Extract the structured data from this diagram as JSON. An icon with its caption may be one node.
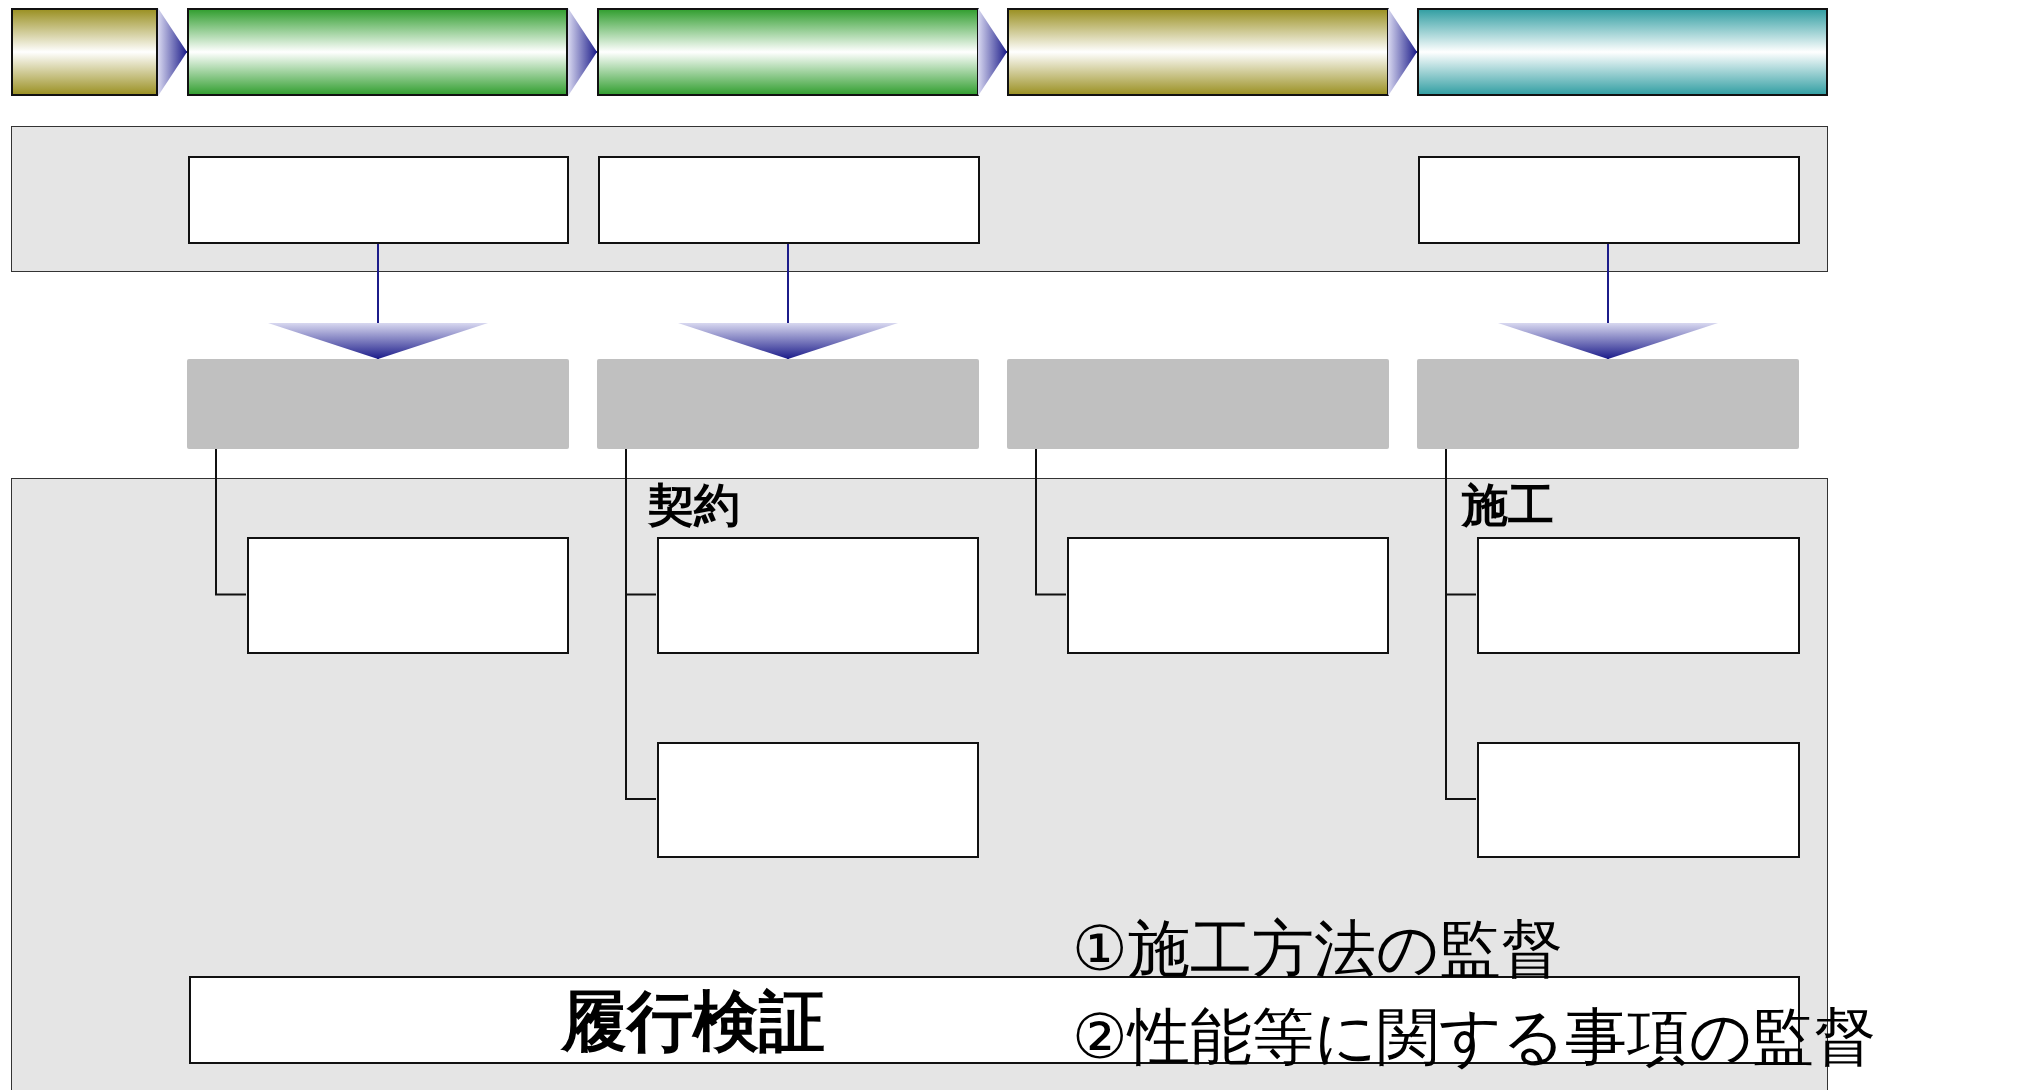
{
  "diagram": {
    "nodes": [
      {
        "text": [],
        "shape": "bar"
      },
      {
        "text": [],
        "shape": "bar"
      },
      {
        "text": [],
        "shape": "bar"
      },
      {
        "text": [],
        "shape": "bar"
      },
      {
        "text": [],
        "shape": "bar"
      },
      {
        "text": [],
        "shape": "box"
      },
      {
        "text": [],
        "shape": "box",
        "in": 5
      },
      {
        "text": [],
        "shape": "box",
        "in": 5
      },
      {
        "text": [],
        "shape": "box",
        "in": 5
      },
      {
        "text": [],
        "shape": "box"
      },
      {
        "text": [],
        "shape": "box"
      },
      {
        "text": [],
        "shape": "box"
      },
      {
        "text": [],
        "shape": "box"
      },
      {
        "text": [],
        "shape": "box"
      },
      {
        "text": [],
        "shape": "box",
        "in": 13
      },
      {
        "text": [],
        "shape": "box",
        "in": 13
      },
      {
        "text": [],
        "shape": "box",
        "in": 13
      },
      {
        "text": [],
        "shape": "box",
        "in": 13
      },
      {
        "text": [],
        "shape": "box",
        "in": 13
      },
      {
        "text": [],
        "shape": "box",
        "in": 13
      },
      {
        "text": [
          "履行検証"
        ],
        "in": 13
      }
    ],
    "edges": [
      {
        "from": 0,
        "to": 1,
        "arrow": "to"
      },
      {
        "from": 1,
        "to": 2,
        "arrow": "to"
      },
      {
        "from": 2,
        "to": 3,
        "arrow": "to"
      },
      {
        "from": 3,
        "to": 4,
        "arrow": "to"
      },
      {
        "from": 6,
        "to": 9,
        "arrow": "to"
      },
      {
        "from": 7,
        "to": 10,
        "arrow": "to"
      },
      {
        "from": 8,
        "to": 12,
        "arrow": "to"
      },
      {
        "from": 9,
        "to": 14,
        "arrow": "none",
        "color": "#111111"
      },
      {
        "from": 10,
        "to": 15,
        "arrow": "none",
        "color": "#111111"
      },
      {
        "from": 10,
        "to": 18,
        "arrow": "none",
        "color": "#111111"
      },
      {
        "from": 11,
        "to": 16,
        "arrow": "none",
        "color": "#111111"
      },
      {
        "from": 12,
        "to": 17,
        "arrow": "none",
        "color": "#111111"
      },
      {
        "from": 12,
        "to": 19,
        "arrow": "none",
        "color": "#111111"
      }
    ],
    "labels": [
      "契約",
      "施工",
      "①施工方法の監督",
      "②性能等に関する事項の監督"
    ]
  }
}
